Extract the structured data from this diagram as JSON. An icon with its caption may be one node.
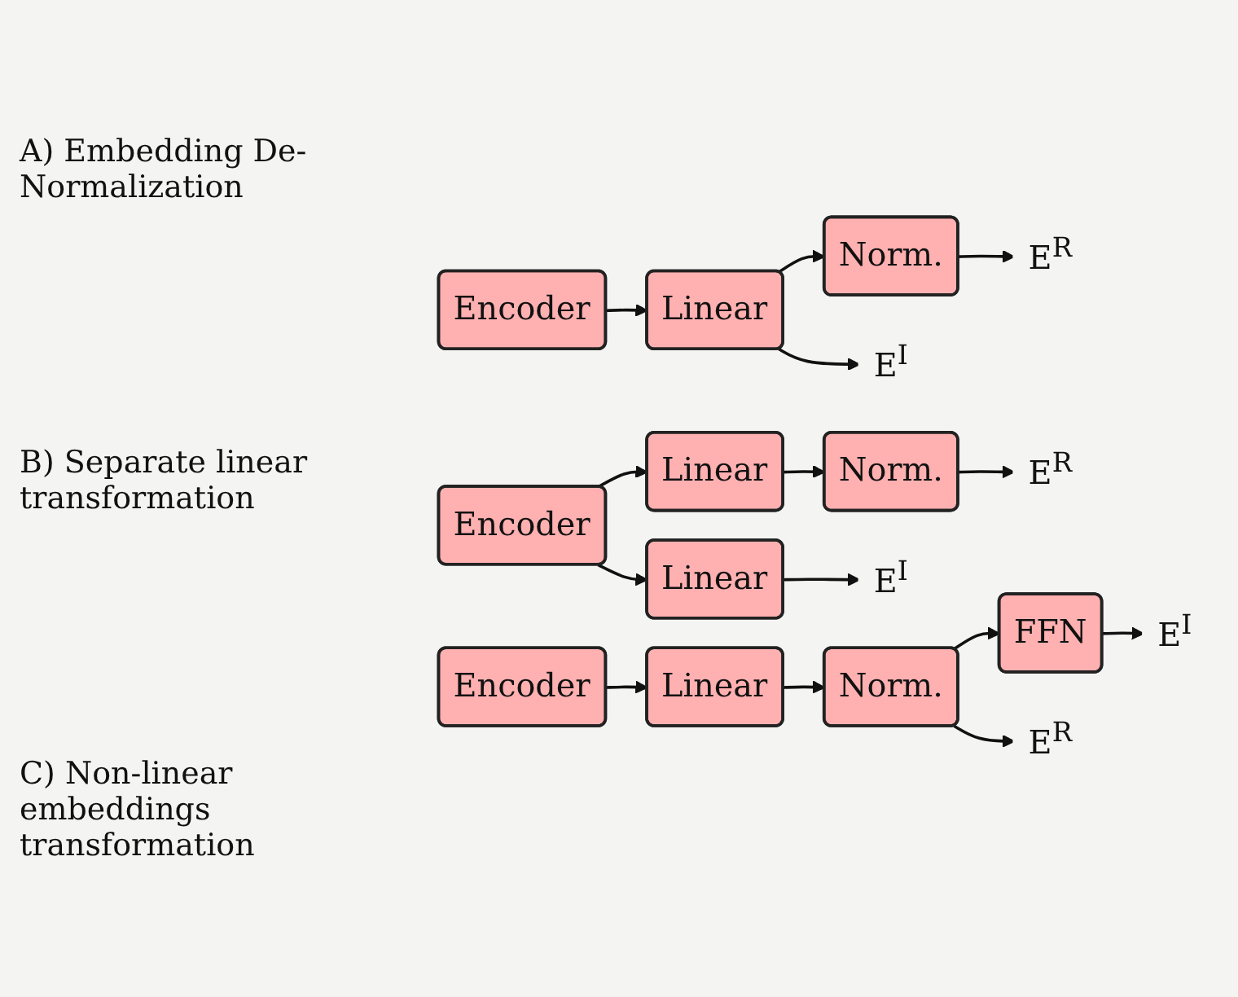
{
  "diagram": {
    "nodes": [
      {
        "text": [
          "Encoder"
        ]
      },
      {
        "text": [
          "Linear"
        ]
      },
      {
        "text": [
          "Norm."
        ]
      },
      {
        "text": [
          "E$^{I}$"
        ]
      },
      {
        "text": [
          "E$^{R}$"
        ]
      },
      {
        "text": [
          "Encoder"
        ]
      },
      {
        "text": [
          "Linear"
        ]
      },
      {
        "text": [
          "Linear"
        ]
      },
      {
        "text": [
          "Norm."
        ]
      },
      {
        "text": [
          "E$^{I}$"
        ]
      },
      {
        "text": [
          "E$^{R}$"
        ]
      },
      {
        "text": [
          "Encoder"
        ]
      },
      {
        "text": [
          "Linear"
        ]
      },
      {
        "text": [
          "FFN"
        ]
      },
      {
        "text": [
          "Norm."
        ]
      },
      {
        "text": [
          "E$^{I}$"
        ]
      },
      {
        "text": [
          "E$^{R}$"
        ]
      }
    ],
    "edges": [
      {
        "from": 0,
        "to": 1,
        "arrow": "to"
      },
      {
        "from": 1,
        "to": 3,
        "arrow": "to"
      },
      {
        "from": 1,
        "to": 2,
        "arrow": "to"
      },
      {
        "from": 2,
        "to": 4,
        "arrow": "to"
      },
      {
        "from": 5,
        "to": 6,
        "arrow": "to"
      },
      {
        "from": 5,
        "to": 7,
        "arrow": "to"
      },
      {
        "from": 6,
        "to": 9,
        "arrow": "to"
      },
      {
        "from": 7,
        "to": 8,
        "arrow": "to"
      },
      {
        "from": 8,
        "to": 10,
        "arrow": "to"
      },
      {
        "from": 11,
        "to": 12,
        "arrow": "to"
      },
      {
        "from": 12,
        "to": 14,
        "arrow": "to"
      },
      {
        "from": 14,
        "to": 13,
        "arrow": "to"
      },
      {
        "from": 13,
        "to": 15,
        "arrow": "to"
      },
      {
        "from": 14,
        "to": 16,
        "arrow": "to"
      }
    ],
    "labels": [
      "A) Embedding De-Normalization",
      "B) Separate linear transformation",
      "C) Non-linear embeddings transformation"
    ]
  }
}
